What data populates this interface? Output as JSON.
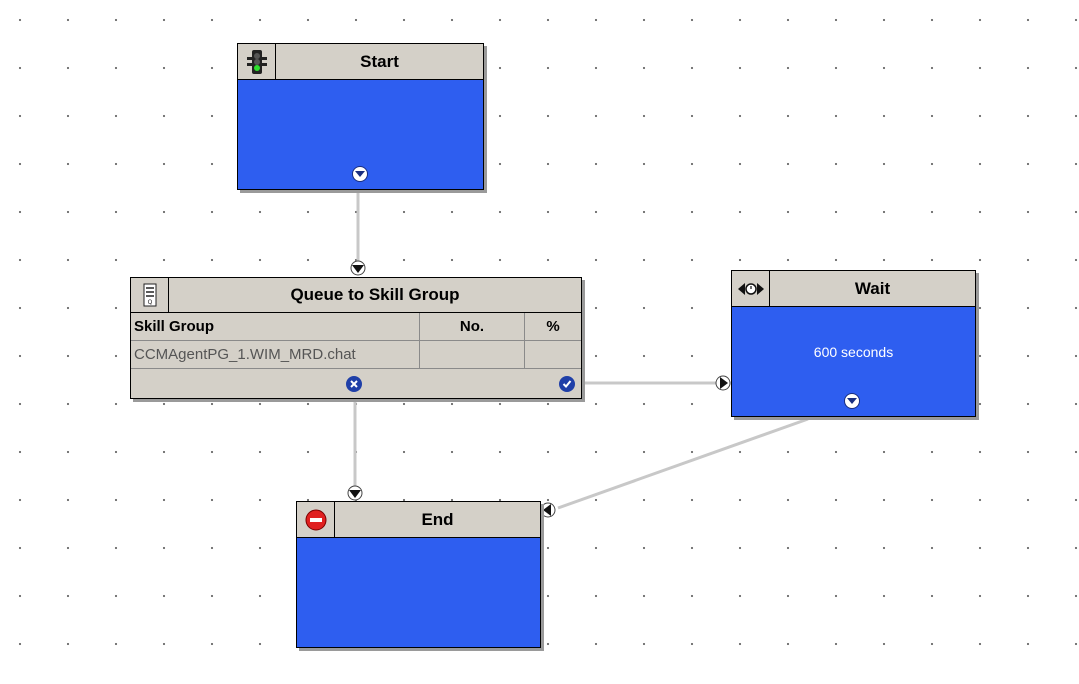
{
  "nodes": {
    "start": {
      "title": "Start",
      "icon": "traffic-light-icon"
    },
    "queue": {
      "title": "Queue to Skill Group",
      "icon": "queue-icon",
      "columns": [
        "Skill Group",
        "No.",
        "%"
      ],
      "rows": [
        {
          "skill_group": "CCMAgentPG_1.WIM_MRD.chat",
          "no": "",
          "pct": ""
        }
      ]
    },
    "wait": {
      "title": "Wait",
      "icon": "wait-arrows-icon",
      "body": "600 seconds"
    },
    "end": {
      "title": "End",
      "icon": "stop-sign-icon"
    }
  },
  "colors": {
    "node_body": "#2e5ef0",
    "header": "#d4d0c8",
    "connector": "#c8c8c8"
  }
}
